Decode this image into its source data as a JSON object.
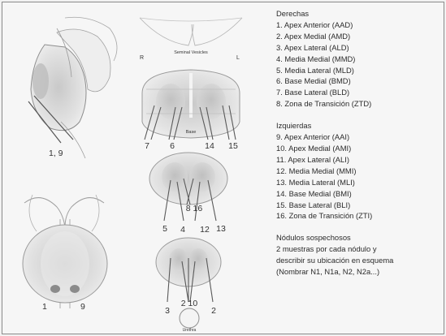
{
  "diagram": {
    "top_left_label": "1, 9",
    "bottom_left_labels": {
      "left": "1",
      "right": "9"
    },
    "top_center": {
      "caption": "Seminal Vesicles",
      "side_left": "R",
      "side_right": "L",
      "base_caption": "Base"
    },
    "center_numbers": {
      "n7": "7",
      "n6": "6",
      "n14": "14",
      "n15": "15",
      "n8_16": "8 16",
      "n5": "5",
      "n4": "4",
      "n12": "12",
      "n13": "13",
      "n3": "3",
      "n2_10": "2 10",
      "n2": "2"
    },
    "bottom_center_caption": "Urethra"
  },
  "legend": {
    "right_title": "Derechas",
    "right_items": [
      "1.  Apex Anterior (AAD)",
      "2.  Apex Medial (AMD)",
      "3.  Apex Lateral (ALD)",
      "4.  Media Medial (MMD)",
      "5.  Media Lateral (MLD)",
      "6.  Base Medial (BMD)",
      "7.  Base Lateral (BLD)",
      "8.  Zona de Transición (ZTD)"
    ],
    "left_title": "Izquierdas",
    "left_items": [
      "9.  Apex Anterior (AAI)",
      "10. Apex Medial (AMI)",
      "11. Apex Lateral (ALI)",
      "12. Media Medial (MMI)",
      "13. Media Lateral (MLI)",
      "14. Base Medial (BMI)",
      "15. Base Lateral (BLI)",
      "16. Zona de Transición (ZTI)"
    ],
    "nodules_title": "Nódulos sospechosos",
    "nodules_lines": [
      "2 muestras por cada nódulo y",
      "describir su ubicación en esquema",
      "(Nombrar N1, N1a, N2, N2a...)"
    ]
  }
}
